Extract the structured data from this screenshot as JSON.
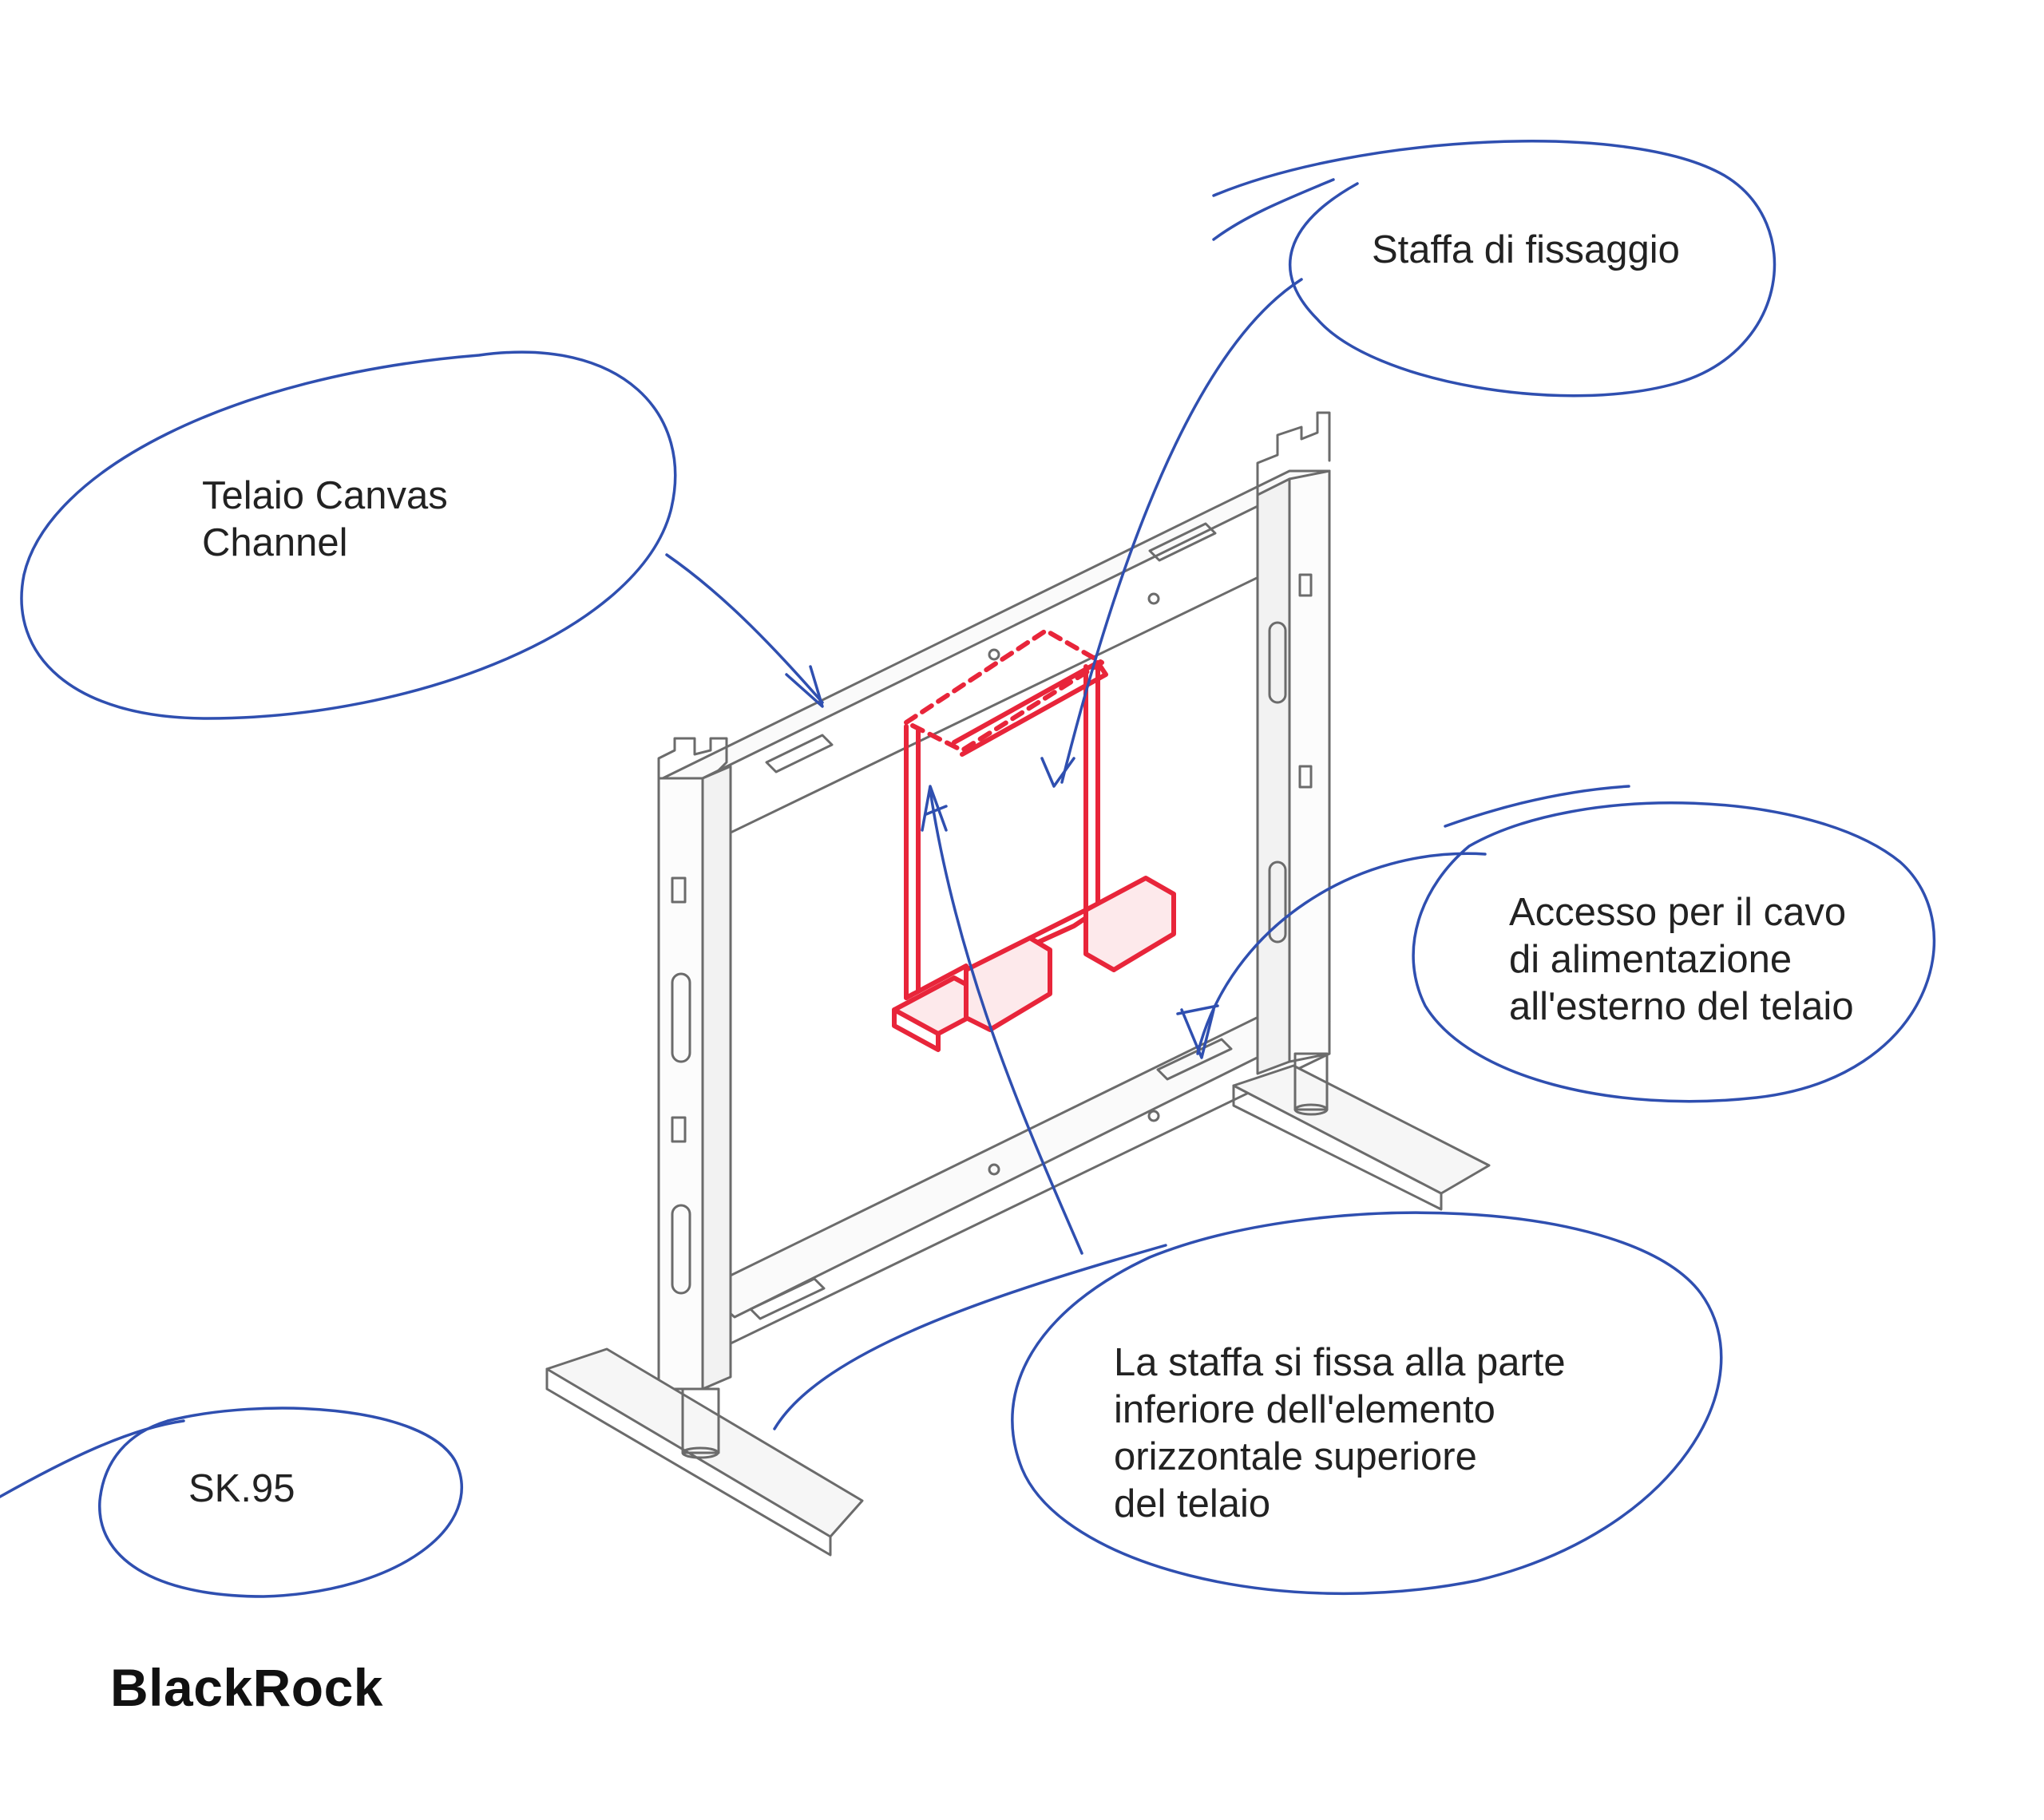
{
  "callouts": {
    "telaio": {
      "lines": [
        "Telaio Canvas",
        "Channel"
      ]
    },
    "staffa": {
      "lines": [
        "Staffa di fissaggio"
      ]
    },
    "accesso": {
      "lines": [
        "Accesso per il cavo",
        "di alimentazione",
        "all'esterno del telaio"
      ]
    },
    "fissaggio_info": {
      "lines": [
        "La staffa si fissa alla parte",
        "inferiore dell'elemento",
        "orizzontale superiore",
        "del telaio"
      ]
    },
    "codice": {
      "lines": [
        "SK.95"
      ]
    }
  },
  "brand": {
    "name": "BlackRock"
  },
  "colors": {
    "ink_blue": "#2f4fb0",
    "bracket_red": "#e8253a",
    "frame_gray": "#6b6b6b",
    "text": "#222222"
  }
}
